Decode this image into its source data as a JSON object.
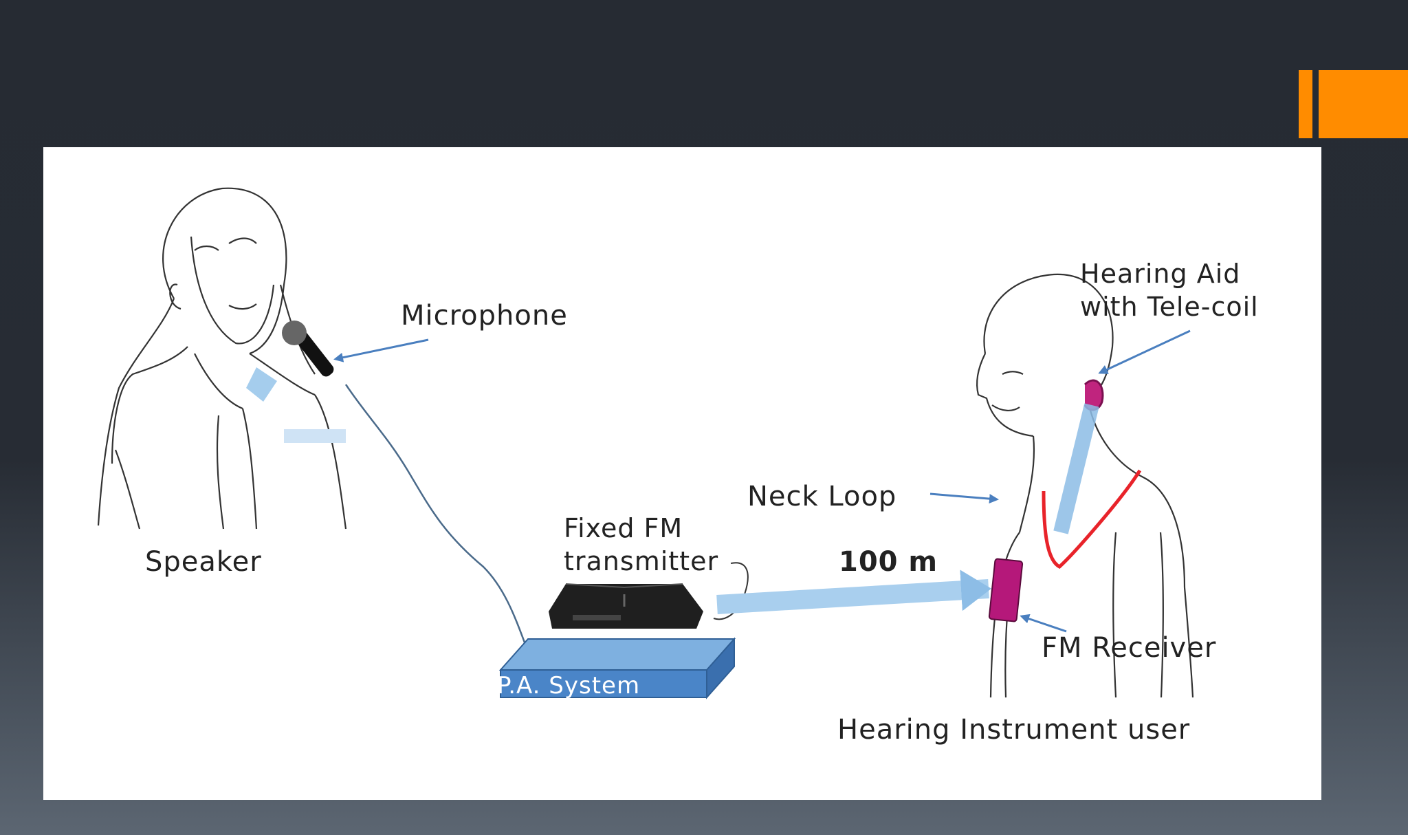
{
  "diagram": {
    "labels": {
      "microphone": "Microphone",
      "speaker": "Speaker",
      "fixed_fm_transmitter": "Fixed FM\ntransmitter",
      "pa_system": "P.A. System",
      "distance": "100 m",
      "neck_loop": "Neck Loop",
      "hearing_aid": "Hearing Aid\nwith Tele-coil",
      "fm_receiver": "FM Receiver",
      "hearing_instrument_user": "Hearing Instrument user"
    }
  },
  "colors": {
    "background": "#262b33",
    "accent": "#ff8c00",
    "arrow": "#4a7fbf",
    "signal_beam": "#9fc8ea",
    "pa_box": "#4a85c8",
    "neck_loop": "#e8232a",
    "fm_receiver": "#b5187a"
  }
}
